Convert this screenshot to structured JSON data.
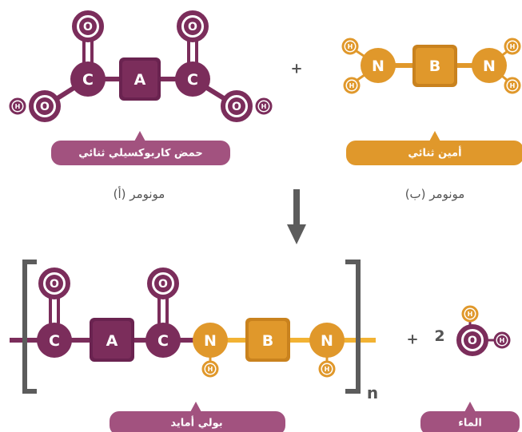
{
  "colors": {
    "purple": "#7b2d5b",
    "purple_dark": "#6a2350",
    "purple_tag": "#a2527f",
    "orange": "#e0982b",
    "orange_dark": "#c9821e",
    "orange_bond": "#f2b233",
    "gray": "#5c5c5c"
  },
  "atoms": {
    "oxygen": "O",
    "carbon": "C",
    "group_a": "A",
    "group_b": "B",
    "nitrogen": "N",
    "hydrogen": "H"
  },
  "monomer_a": {
    "tag": "حمض كاربوكسيلي ثنائي",
    "caption": "مونومر (أ)"
  },
  "monomer_b": {
    "tag": "أمين ثنائي",
    "caption": "مونومر (ب)"
  },
  "product": {
    "polymer_tag": "بولي أمايد",
    "repeat_symbol": "n",
    "water_coefficient": "2",
    "water_tag": "الماء"
  },
  "plus_sign": "+"
}
